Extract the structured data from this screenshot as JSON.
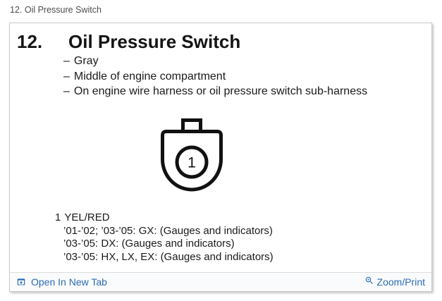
{
  "page_label": "12. Oil Pressure Switch",
  "panel": {
    "heading_number": "12.",
    "heading_title": "Oil Pressure Switch",
    "bullet_dash": "–",
    "bullets": [
      "Gray",
      "Middle of engine compartment",
      "On engine wire harness or oil pressure switch sub-harness"
    ],
    "connector": {
      "pin_label": "1"
    },
    "notes": {
      "pin": "1",
      "wire": "YEL/RED",
      "lines": [
        "’01-’02; ’03-’05: GX: (Gauges and indicators)",
        "’03-’05: DX: (Gauges and indicators)",
        "’03-’05: HX, LX, EX: (Gauges and indicators)"
      ]
    },
    "footer": {
      "open_label": "Open In New Tab",
      "zoom_label": "Zoom/Print"
    }
  },
  "colors": {
    "link_blue": "#2a6cb4",
    "text": "#1a1a1a",
    "muted_label": "#4d4d4d",
    "panel_border": "#c9c9c9"
  }
}
